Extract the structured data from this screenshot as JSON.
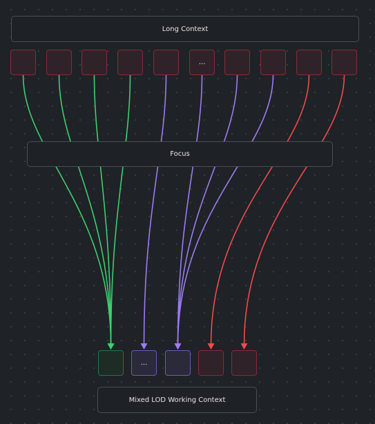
{
  "diagram": {
    "top_panel_label": "Long Context",
    "focus_panel_label": "Focus",
    "bottom_panel_label": "Mixed LOD Working Context",
    "colors": {
      "green": "#3ecf6e",
      "purple": "#9d7df0",
      "red": "#f24b4b"
    },
    "source_nodes": [
      {
        "id": "s1",
        "label": ""
      },
      {
        "id": "s2",
        "label": ""
      },
      {
        "id": "s3",
        "label": ""
      },
      {
        "id": "s4",
        "label": ""
      },
      {
        "id": "s5",
        "label": ""
      },
      {
        "id": "s6",
        "label": "..."
      },
      {
        "id": "s7",
        "label": ""
      },
      {
        "id": "s8",
        "label": ""
      },
      {
        "id": "s9",
        "label": ""
      },
      {
        "id": "s10",
        "label": ""
      }
    ],
    "target_nodes": [
      {
        "id": "t1",
        "label": "",
        "style": "green"
      },
      {
        "id": "t2",
        "label": "...",
        "style": "purple"
      },
      {
        "id": "t3",
        "label": "",
        "style": "purple"
      },
      {
        "id": "t4",
        "label": "",
        "style": "red"
      },
      {
        "id": "t5",
        "label": "",
        "style": "red"
      }
    ],
    "flows": [
      {
        "from": "s1",
        "to": "t1",
        "color": "green"
      },
      {
        "from": "s2",
        "to": "t1",
        "color": "green"
      },
      {
        "from": "s3",
        "to": "t1",
        "color": "green"
      },
      {
        "from": "s4",
        "to": "t1",
        "color": "green"
      },
      {
        "from": "s5",
        "to": "t2",
        "color": "purple"
      },
      {
        "from": "s6",
        "to": "t3",
        "color": "purple"
      },
      {
        "from": "s7",
        "to": "t3",
        "color": "purple"
      },
      {
        "from": "s8",
        "to": "t3",
        "color": "purple"
      },
      {
        "from": "s9",
        "to": "t4",
        "color": "red"
      },
      {
        "from": "s10",
        "to": "t5",
        "color": "red"
      }
    ]
  }
}
